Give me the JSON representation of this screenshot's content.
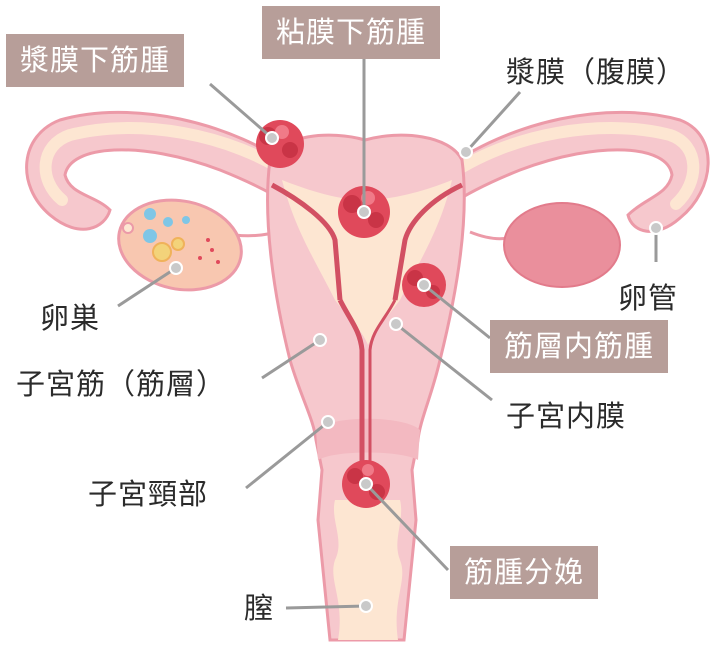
{
  "labels": {
    "serosal_fibroid": "漿膜下筋腫",
    "submucosal_fibroid": "粘膜下筋腫",
    "serosa": "漿膜（腹膜）",
    "ovary": "卵巣",
    "fallopian_tube": "卵管",
    "intramural_fibroid": "筋層内筋腫",
    "myometrium": "子宮筋（筋層）",
    "endometrium": "子宮内膜",
    "cervix": "子宮頸部",
    "pedunculated_fibroid": "筋腫分娩",
    "vagina": "膣"
  },
  "colors": {
    "tag_bg": "#b79e99",
    "tissue_outer": "#f6c8cd",
    "tissue_cream": "#fde6d2",
    "fibroid": "#e0495b",
    "leader": "#9a9a9a"
  }
}
